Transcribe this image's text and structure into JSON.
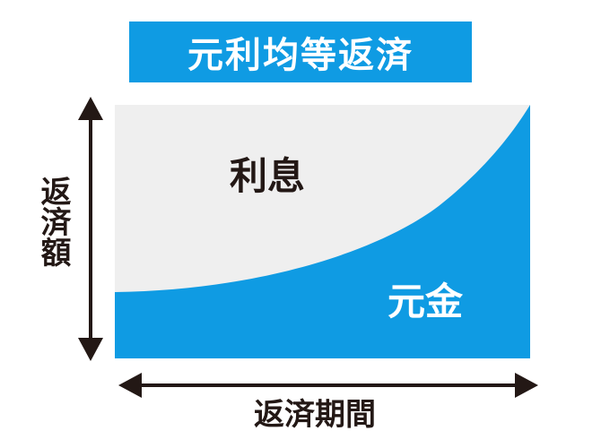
{
  "title": "元利均等返済",
  "regions": {
    "interest": "利息",
    "principal": "元金"
  },
  "axes": {
    "y_label": "返済額",
    "x_label": "返済期間"
  },
  "colors": {
    "accent_blue": "#0f9be3",
    "interest_gray": "#efefef",
    "text_dark": "#231815",
    "text_light": "#ffffff",
    "arrow": "#231815"
  }
}
